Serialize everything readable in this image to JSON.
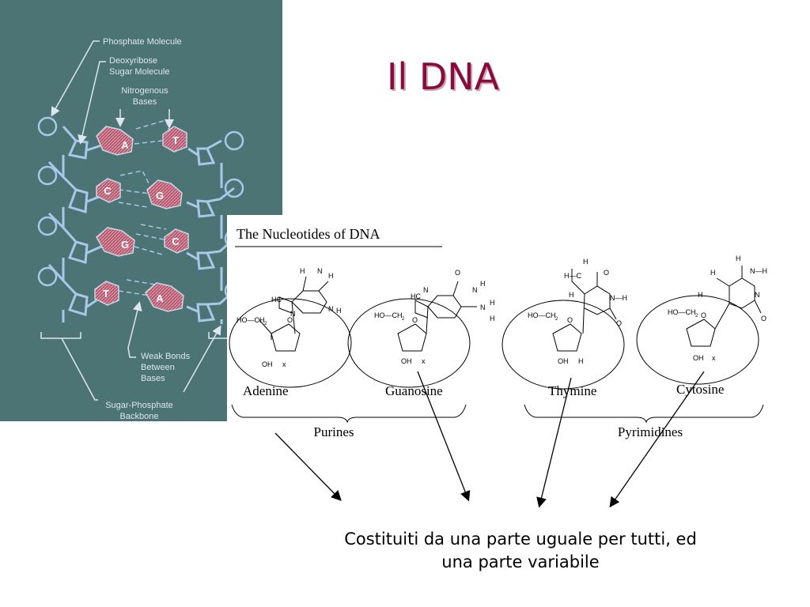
{
  "slide": {
    "title": "Il DNA",
    "caption_line1": "Costituiti da una parte uguale per tutti, ed",
    "caption_line2": "una parte variabile"
  },
  "helix": {
    "labels": {
      "phosphate": "Phosphate Molecule",
      "sugar_1": "Deoxyribose",
      "sugar_2": "Sugar Molecule",
      "bases_1": "Nitrogenous",
      "bases_2": "Bases",
      "weak_1": "Weak Bonds",
      "weak_2": "Between",
      "weak_3": "Bases",
      "backbone_1": "Sugar-Phosphate",
      "backbone_2": "Backbone"
    },
    "pairs": [
      {
        "left": "A",
        "right": "T"
      },
      {
        "left": "C",
        "right": "G"
      },
      {
        "left": "G",
        "right": "C"
      },
      {
        "left": "T",
        "right": "A"
      }
    ],
    "colors": {
      "background": "#4d7474",
      "line": "#a8c8ea",
      "base_fill": "#b5586e",
      "label": "#dbe6f0"
    }
  },
  "nucleotides": {
    "heading": "The Nucleotides of DNA",
    "names": [
      "Adenine",
      "Guanosine",
      "Thymine",
      "Cytosine"
    ],
    "groups": [
      "Purines",
      "Pyrimidines"
    ],
    "chem": {
      "ho_ch2": "HO—CH",
      "sub2": "2",
      "o": "O",
      "oh": "OH",
      "x": "x",
      "h": "H",
      "n": "N",
      "c": "C",
      "hc": "HC",
      "ch3_h": "H—C",
      "nh": "N—H",
      "h_n_h": "N—H"
    }
  }
}
